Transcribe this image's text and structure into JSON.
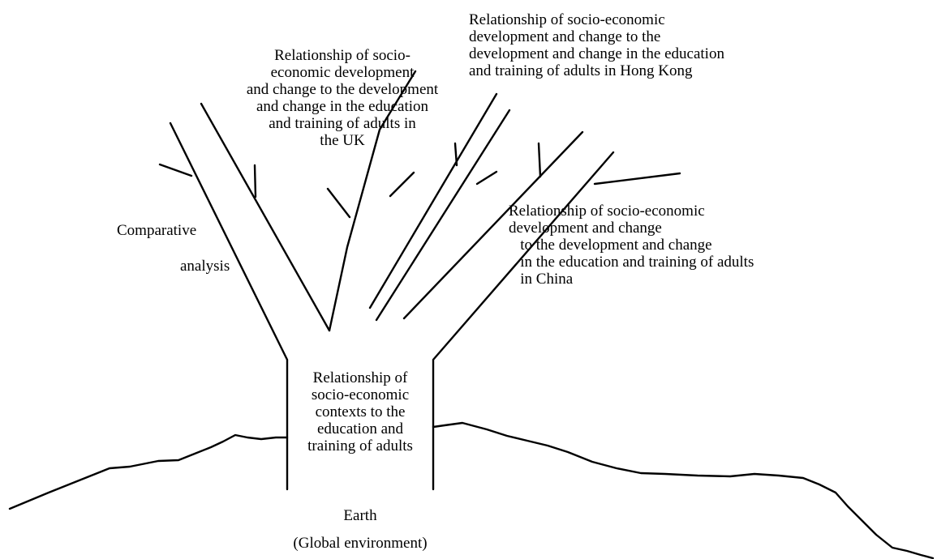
{
  "diagram": {
    "labels": {
      "uk": "Relationship of socio-\neconomic development\nand change to the development\nand change in the education\nand training of adults in\nthe UK",
      "hong_kong": "Relationship of socio-economic\ndevelopment and change to the\ndevelopment and change in the education\nand training of adults in Hong Kong",
      "china": "Relationship of socio-economic\ndevelopment and change\n   to the development and change\n   in the education and training of adults\n   in China",
      "comparative": "Comparative",
      "analysis": "analysis",
      "trunk": "Relationship of\nsocio-economic\ncontexts to the\neducation and\ntraining of adults",
      "earth": "Earth",
      "global": "(Global environment)"
    },
    "colors": {
      "line": "#000000",
      "text": "#000000",
      "background": "#ffffff"
    }
  }
}
